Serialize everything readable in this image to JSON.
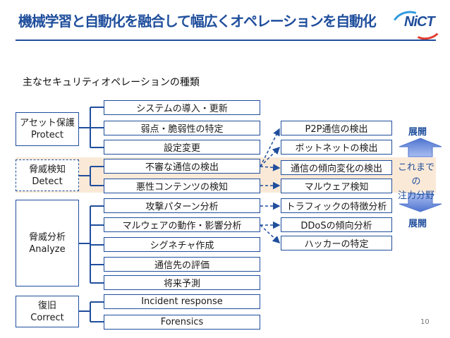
{
  "title": "機械学習と自動化を融合して幅広くオペレーションを自動化",
  "logo_text": "NiCT",
  "subtitle": "主なセキュリティオペレーションの種類",
  "categories": [
    {
      "ja": "アセット保護",
      "en": "Protect"
    },
    {
      "ja": "脅威検知",
      "en": "Detect"
    },
    {
      "ja": "脅威分析",
      "en": "Analyze"
    },
    {
      "ja": "復旧",
      "en": "Correct"
    }
  ],
  "operations": [
    "システムの導入・更新",
    "弱点・脆弱性の特定",
    "設定変更",
    "不審な通信の検出",
    "悪性コンテンツの検知",
    "攻撃パターン分析",
    "マルウェアの動作・影響分析",
    "シグネチャ作成",
    "通信先の評価",
    "将来予測",
    "Incident response",
    "Forensics"
  ],
  "expansions": [
    "P2P通信の検出",
    "ボットネットの検出",
    "通信の傾向変化の検出",
    "マルウェア検知",
    "トラフィックの特徴分析",
    "DDoSの傾向分析",
    "ハッカーの特定"
  ],
  "labels": {
    "expand_top": "展開",
    "expand_bottom": "展開",
    "focus_line1": "これまでの",
    "focus_line2": "注力分野"
  },
  "page_number": "10",
  "colors": {
    "accent": "#1f4e9c",
    "arrow_fill": "#6f8fd8",
    "highlight_band": "#fbe9d7"
  }
}
